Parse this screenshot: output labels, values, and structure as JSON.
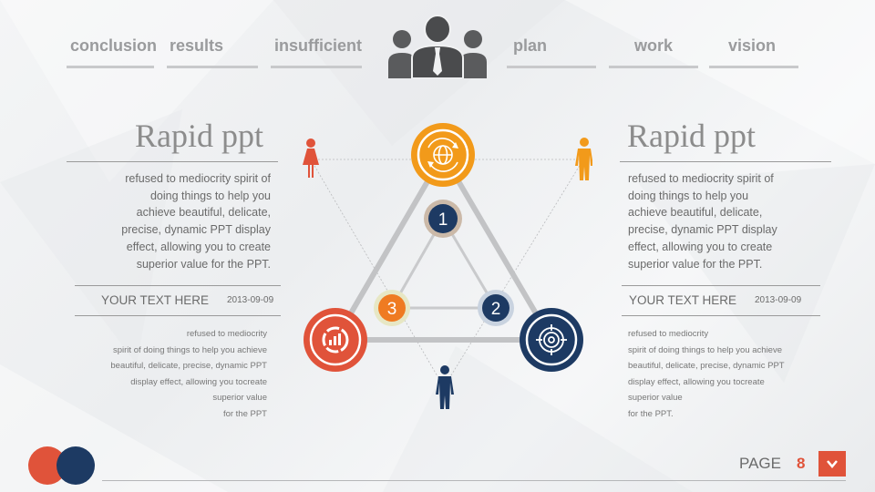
{
  "nav": {
    "items": [
      {
        "label": "conclusion"
      },
      {
        "label": "results"
      },
      {
        "label": "insufficient"
      },
      {
        "label": "plan"
      },
      {
        "label": "work"
      },
      {
        "label": "vision"
      }
    ]
  },
  "left": {
    "title": "Rapid ppt",
    "paragraph": [
      "refused  to mediocrity  spirit of",
      "doing things to help you",
      "achieve  beautiful,  delicate,",
      "precise, dynamic PPT display",
      "effect,  allowing  you to create",
      "superior value  for the PPT."
    ],
    "heading": "YOUR TEXT HERE",
    "date": "2013-09-09",
    "small": [
      "refused to mediocrity",
      "spirit of doing things to help you achieve",
      "beautiful, delicate, precise, dynamic PPT",
      "display effect, allowing you tocreate",
      "superior value",
      "for the PPT"
    ]
  },
  "right": {
    "title": "Rapid ppt",
    "paragraph": [
      "refused  to mediocrity  spirit of",
      "doing things to help you",
      "achieve  beautiful,  delicate,",
      "precise, dynamic PPT display",
      "effect,  allowing  you to create",
      "superior value  for the PPT."
    ],
    "heading": "YOUR TEXT HERE",
    "date": "2013-09-09",
    "small": [
      "refused to mediocrity",
      "spirit of doing things to help you achieve",
      "beautiful, delicate, precise, dynamic PPT",
      "display effect, allowing you tocreate",
      "superior value",
      "for the PPT."
    ]
  },
  "diagram": {
    "nodes": [
      "1",
      "2",
      "3"
    ],
    "icons": [
      "globe-refresh-icon",
      "target-icon",
      "chart-report-icon",
      "team-icon"
    ]
  },
  "footer": {
    "page_label": "PAGE",
    "page_number": "8"
  },
  "colors": {
    "orange": "#f29a1a",
    "red": "#e0533a",
    "navy": "#1d3a63",
    "gray": "#bbbcbe"
  }
}
